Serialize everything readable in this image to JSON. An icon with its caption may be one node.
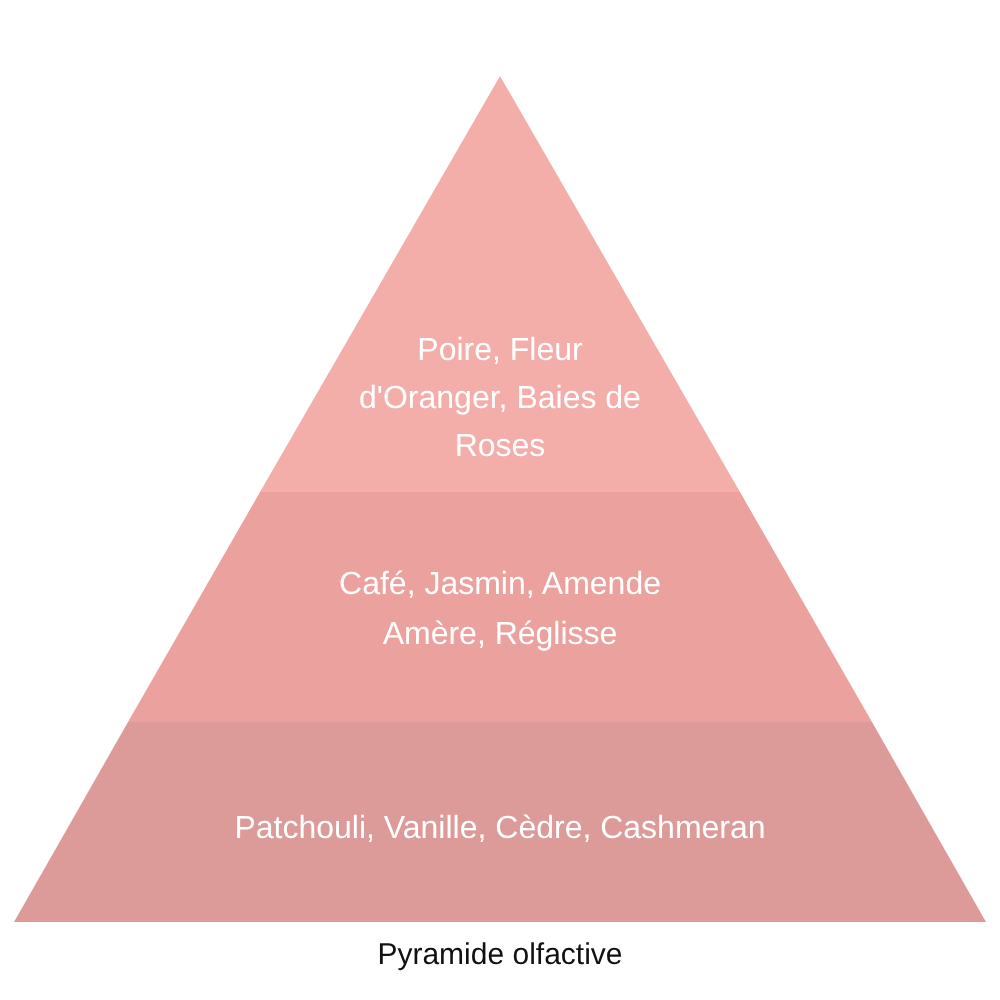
{
  "diagram": {
    "caption": "Pyramide olfactive",
    "nodes": [
      {
        "text": [
          "Poire, Fleur d'Oranger, Baies de Roses"
        ]
      },
      {
        "text": [
          "Café, Jasmin, Amende Amère, Réglisse"
        ]
      },
      {
        "text": [
          "Patchouli, Vanille, Cèdre, Cashmeran"
        ]
      }
    ]
  }
}
